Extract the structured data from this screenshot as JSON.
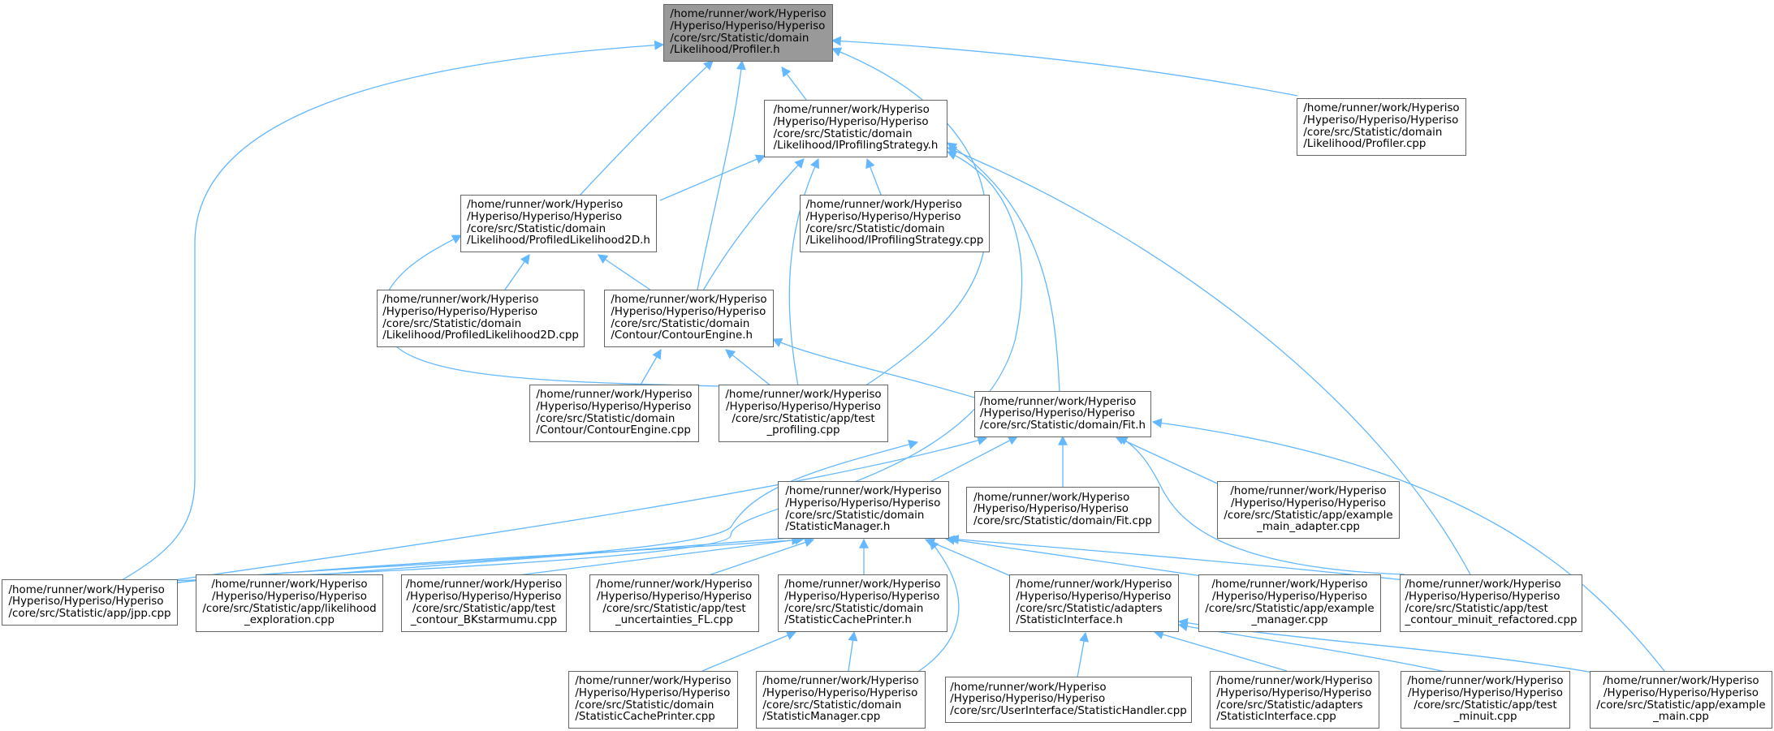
{
  "nodes": {
    "profiler_h": "/home/runner/work/Hyperiso\n/Hyperiso/Hyperiso/Hyperiso\n/core/src/Statistic/domain\n/Likelihood/Profiler.h",
    "iprofiling_h": "/home/runner/work/Hyperiso\n/Hyperiso/Hyperiso/Hyperiso\n/core/src/Statistic/domain\n/Likelihood/IProfilingStrategy.h",
    "profiler_cpp": "/home/runner/work/Hyperiso\n/Hyperiso/Hyperiso/Hyperiso\n/core/src/Statistic/domain\n/Likelihood/Profiler.cpp",
    "profiled2d_h": "/home/runner/work/Hyperiso\n/Hyperiso/Hyperiso/Hyperiso\n/core/src/Statistic/domain\n/Likelihood/ProfiledLikelihood2D.h",
    "iprofiling_cpp": "/home/runner/work/Hyperiso\n/Hyperiso/Hyperiso/Hyperiso\n/core/src/Statistic/domain\n/Likelihood/IProfilingStrategy.cpp",
    "profiled2d_cpp": "/home/runner/work/Hyperiso\n/Hyperiso/Hyperiso/Hyperiso\n/core/src/Statistic/domain\n/Likelihood/ProfiledLikelihood2D.cpp",
    "contour_h": "/home/runner/work/Hyperiso\n/Hyperiso/Hyperiso/Hyperiso\n/core/src/Statistic/domain\n/Contour/ContourEngine.h",
    "contour_cpp": "/home/runner/work/Hyperiso\n/Hyperiso/Hyperiso/Hyperiso\n/core/src/Statistic/domain\n/Contour/ContourEngine.cpp",
    "test_profiling": "/home/runner/work/Hyperiso\n/Hyperiso/Hyperiso/Hyperiso\n/core/src/Statistic/app/test\n_profiling.cpp",
    "fit_h": "/home/runner/work/Hyperiso\n/Hyperiso/Hyperiso/Hyperiso\n/core/src/Statistic/domain/Fit.h",
    "statmanager_h": "/home/runner/work/Hyperiso\n/Hyperiso/Hyperiso/Hyperiso\n/core/src/Statistic/domain\n/StatisticManager.h",
    "fit_cpp": "/home/runner/work/Hyperiso\n/Hyperiso/Hyperiso/Hyperiso\n/core/src/Statistic/domain/Fit.cpp",
    "example_main_adapter": "/home/runner/work/Hyperiso\n/Hyperiso/Hyperiso/Hyperiso\n/core/src/Statistic/app/example\n_main_adapter.cpp",
    "jpp": "/home/runner/work/Hyperiso\n/Hyperiso/Hyperiso/Hyperiso\n/core/src/Statistic/app/jpp.cpp",
    "likelihood_expl": "/home/runner/work/Hyperiso\n/Hyperiso/Hyperiso/Hyperiso\n/core/src/Statistic/app/likelihood\n_exploration.cpp",
    "test_bkstar": "/home/runner/work/Hyperiso\n/Hyperiso/Hyperiso/Hyperiso\n/core/src/Statistic/app/test\n_contour_BKstarmumu.cpp",
    "test_uncert": "/home/runner/work/Hyperiso\n/Hyperiso/Hyperiso/Hyperiso\n/core/src/Statistic/app/test\n_uncertainties_FL.cpp",
    "cacheprinter_h": "/home/runner/work/Hyperiso\n/Hyperiso/Hyperiso/Hyperiso\n/core/src/Statistic/domain\n/StatisticCachePrinter.h",
    "statinterface_h": "/home/runner/work/Hyperiso\n/Hyperiso/Hyperiso/Hyperiso\n/core/src/Statistic/adapters\n/StatisticInterface.h",
    "example_manager": "/home/runner/work/Hyperiso\n/Hyperiso/Hyperiso/Hyperiso\n/core/src/Statistic/app/example\n_manager.cpp",
    "test_contour_minuit_ref": "/home/runner/work/Hyperiso\n/Hyperiso/Hyperiso/Hyperiso\n/core/src/Statistic/app/test\n_contour_minuit_refactored.cpp",
    "cacheprinter_cpp": "/home/runner/work/Hyperiso\n/Hyperiso/Hyperiso/Hyperiso\n/core/src/Statistic/domain\n/StatisticCachePrinter.cpp",
    "statmanager_cpp": "/home/runner/work/Hyperiso\n/Hyperiso/Hyperiso/Hyperiso\n/core/src/Statistic/domain\n/StatisticManager.cpp",
    "stathandler": "/home/runner/work/Hyperiso\n/Hyperiso/Hyperiso/Hyperiso\n/core/src/UserInterface/StatisticHandler.cpp",
    "statinterface_cpp": "/home/runner/work/Hyperiso\n/Hyperiso/Hyperiso/Hyperiso\n/core/src/Statistic/adapters\n/StatisticInterface.cpp",
    "test_minuit": "/home/runner/work/Hyperiso\n/Hyperiso/Hyperiso/Hyperiso\n/core/src/Statistic/app/test\n_minuit.cpp",
    "example_main": "/home/runner/work/Hyperiso\n/Hyperiso/Hyperiso/Hyperiso\n/core/src/Statistic/app/example\n_main.cpp"
  },
  "colors": {
    "edge": "#63b8ff",
    "node_border": "#666666",
    "root_fill": "#999999"
  }
}
